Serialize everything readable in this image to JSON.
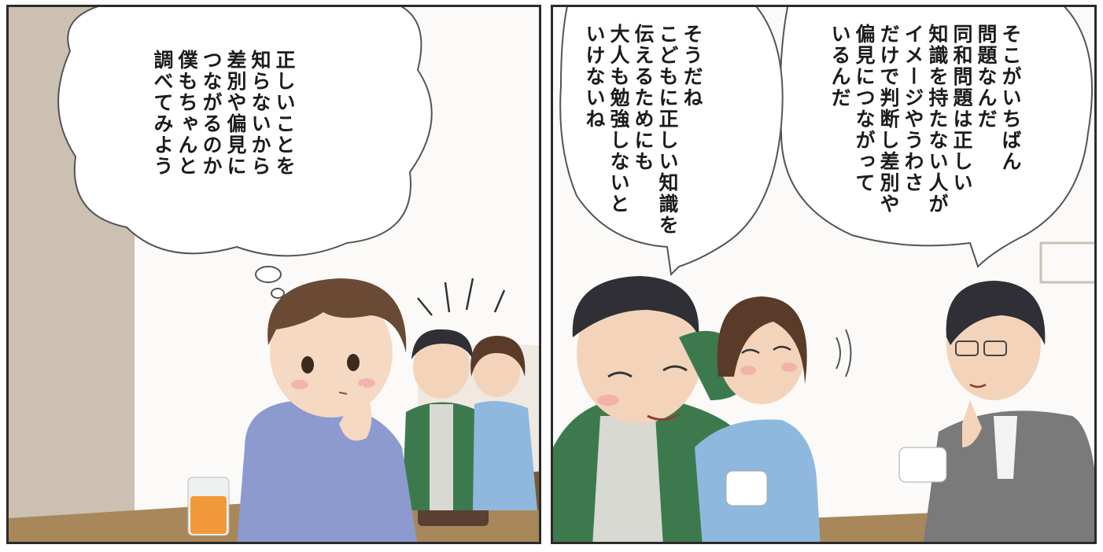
{
  "panels": [
    {
      "bubbles": [
        {
          "type": "thought",
          "lines": [
            "正しいことを",
            "知らないから",
            "差別や偏見に",
            "つながるのか",
            "僕もちゃんと",
            "調べてみよう"
          ]
        }
      ]
    },
    {
      "bubbles": [
        {
          "type": "speech",
          "lines": [
            "そこがいちばん",
            "問題なんだ",
            "同和問題は正しい",
            "知識を持たない人が",
            "イメージやうわさ",
            "だけで判断し差別や",
            "偏見につながって",
            "いるんだ"
          ]
        },
        {
          "type": "speech",
          "lines": [
            "そうだね",
            "こどもに正しい知識を",
            "伝えるためにも",
            "大人も勉強しないと",
            "いけないね"
          ]
        }
      ]
    }
  ],
  "colors": {
    "border": "#2b2b2b",
    "wall": "#c9bfb3",
    "table": "#a58a60",
    "hoodie": "#8d9ad0",
    "jacket_green": "#3c7a4d",
    "shirt_blue": "#8fb8de",
    "suit_gray": "#7a7a7a"
  }
}
